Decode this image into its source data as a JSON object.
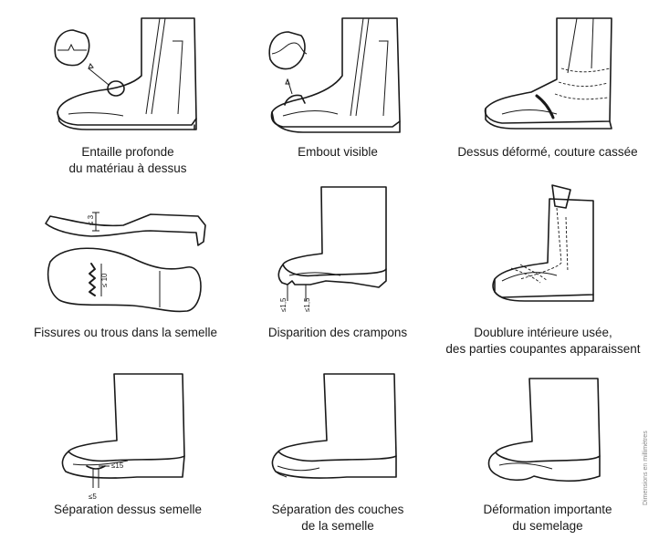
{
  "items": [
    {
      "caption_lines": [
        "Entaille profonde",
        "du matériau à dessus"
      ]
    },
    {
      "caption_lines": [
        "Embout visible"
      ]
    },
    {
      "caption_lines": [
        "Dessus déformé, couture cassée"
      ]
    },
    {
      "caption_lines": [
        "Fissures ou trous dans la semelle"
      ],
      "dims": [
        "≤ 3",
        "≤ 10"
      ]
    },
    {
      "caption_lines": [
        "Disparition des crampons"
      ],
      "dims": [
        "≤1,5",
        "≤1,5"
      ]
    },
    {
      "caption_lines": [
        "Doublure intérieure usée,",
        "des parties coupantes apparaissent"
      ]
    },
    {
      "caption_lines": [
        "Séparation dessus semelle"
      ],
      "dims": [
        "≤15",
        "≤5"
      ]
    },
    {
      "caption_lines": [
        "Séparation des couches",
        "de la semelle"
      ]
    },
    {
      "caption_lines": [
        "Déformation importante",
        "du semelage"
      ]
    }
  ],
  "side_note": "Dimensions en millimètres"
}
